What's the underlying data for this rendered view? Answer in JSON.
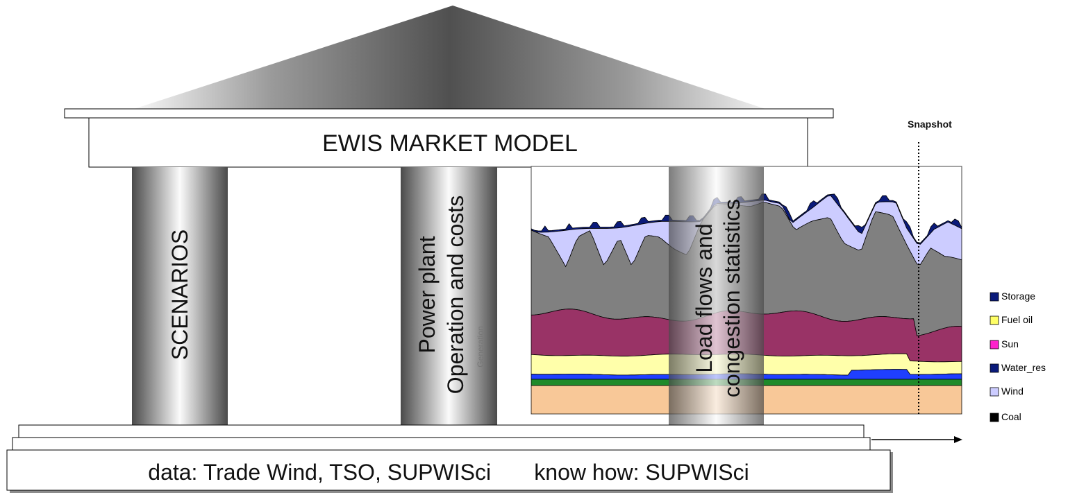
{
  "roof": {
    "title": "EWIS MARKET MODEL"
  },
  "pillars": [
    {
      "lines": [
        "SCENARIOS"
      ]
    },
    {
      "lines": [
        "Power plant",
        "Operation and costs"
      ],
      "sublabel": "Generation"
    },
    {
      "lines": [
        "Load flows and",
        "congestion statistics"
      ]
    }
  ],
  "base": {
    "text": "data: Trade Wind, TSO, SUPWISci       know how: SUPWISci"
  },
  "chart": {
    "snapshot_label": "Snapshot",
    "legend": [
      {
        "label": "Storage",
        "color": "#0a1a7a"
      },
      {
        "label": "Fuel oil",
        "color": "#ffff66"
      },
      {
        "label": "Sun",
        "color": "#ff22cc"
      },
      {
        "label": "Water_res",
        "color": "#0a1a7a"
      },
      {
        "label": "Wind",
        "color": "#ccccff"
      },
      {
        "label": "Coal",
        "color": "#000000"
      }
    ],
    "layer_colors": {
      "base_peach": "#f8c898",
      "green": "#1f8a2a",
      "blue": "#1f3fff",
      "yellow": "#ffffaa",
      "maroon": "#993366",
      "gray": "#808080",
      "wind": "#ccccff",
      "storage": "#0a1a7a"
    }
  }
}
